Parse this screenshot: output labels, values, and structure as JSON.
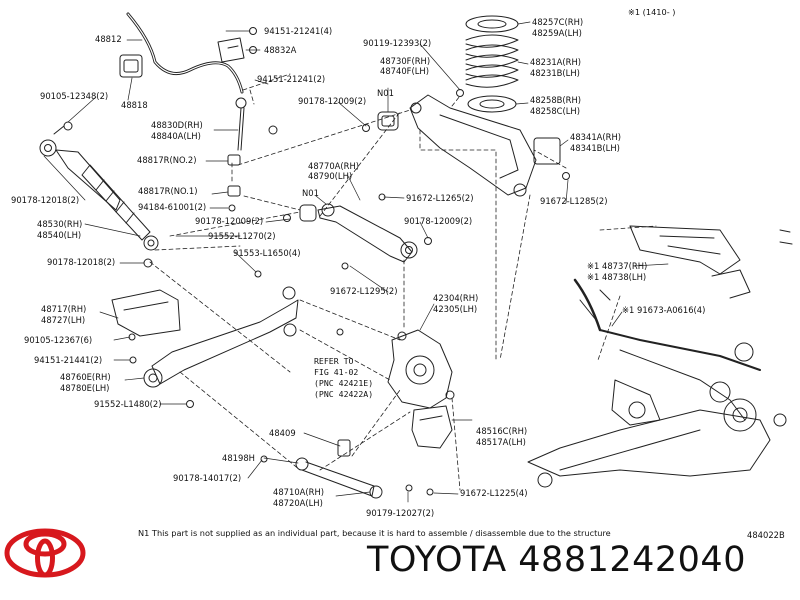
{
  "brand": {
    "name": "TOYOTA",
    "part_number": "4881242040",
    "logo": "toyota-logo"
  },
  "diagram": {
    "top_note": "※1 (1410-     )",
    "footnote": "N1  This part is not supplied as an individual part, because it is hard to assemble / disassemble due to the structure",
    "image_code": "484022B",
    "reference_note": [
      "REFER TO",
      "FIG 41-02",
      "(PNC 42421E)",
      "(PNC 42422A)"
    ],
    "labels": [
      "48812",
      "94151-21241(4)",
      "48832A",
      "48818",
      "94151-21241(2)",
      "90105-12348(2)",
      "90119-12393(2)",
      "48730F(RH)",
      "48740F(LH)",
      "N01",
      "90178-12009(2)",
      "48830D(RH)",
      "48840A(LH)",
      "48817R(NO.2)",
      "48257C(RH)",
      "48259A(LH)",
      "48231A(RH)",
      "48231B(LH)",
      "48258B(RH)",
      "48258C(LH)",
      "48341A(RH)",
      "48341B(LH)",
      "48770A(RH)",
      "48790(LH)",
      "N01",
      "91672-L1265(2)",
      "90178-12018(2)",
      "48817R(NO.1)",
      "94184-61001(2)",
      "90178-12009(2)",
      "91552-L1270(2)",
      "91672-L1285(2)",
      "90178-12009(2)",
      "48530(RH)",
      "48540(LH)",
      "91553-L1650(4)",
      "90178-12018(2)",
      "91672-L1295(2)",
      "※1 48737(RH)",
      "※1 48738(LH)",
      "※1 91673-A0616(4)",
      "48717(RH)",
      "48727(LH)",
      "42304(RH)",
      "42305(LH)",
      "90105-12367(6)",
      "94151-21441(2)",
      "48760E(RH)",
      "48780E(LH)",
      "91552-L1480(2)",
      "48516C(RH)",
      "48517A(LH)",
      "48409",
      "48198H",
      "90178-14017(2)",
      "48710A(RH)",
      "48720A(LH)",
      "90179-12027(2)",
      "91672-L1225(4)"
    ]
  }
}
